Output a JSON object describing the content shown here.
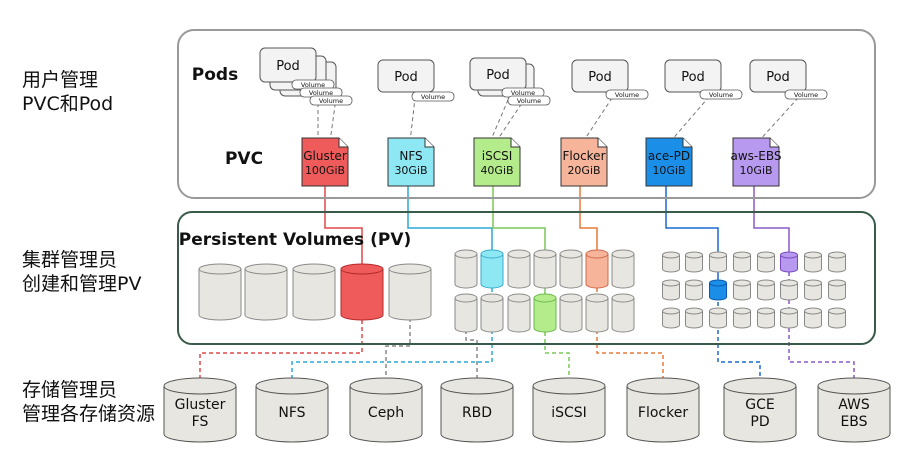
{
  "row_labels": {
    "pod_user": [
      "用户管理",
      "PVC和Pod"
    ],
    "cluster_admin": [
      "集群管理员",
      "创建和管理PV"
    ],
    "storage_admin": [
      "存储管理员",
      "管理各存储资源"
    ]
  },
  "pods_title": "Pods",
  "pvc_title": "PVC",
  "pv_title": "Persistent Volumes (PV)",
  "pod_label": "Pod",
  "volume_label": "Volume",
  "claims": [
    {
      "name": "Gluster",
      "size": "100GiB",
      "color": "#ef5b5b"
    },
    {
      "name": "NFS",
      "size": "30GiB",
      "color": "#8ee8f4"
    },
    {
      "name": "iSCSI",
      "size": "40GiB",
      "color": "#b4ec8c"
    },
    {
      "name": "Flocker",
      "size": "20GiB",
      "color": "#f6b49a"
    },
    {
      "name": "ace-PD",
      "size": "10GiB",
      "color": "#1b8fe8"
    },
    {
      "name": "aws-EBS",
      "size": "10GiB",
      "color": "#b79af0"
    }
  ],
  "backends": [
    {
      "lines": [
        "Gluster",
        "FS"
      ]
    },
    {
      "lines": [
        "NFS"
      ]
    },
    {
      "lines": [
        "Ceph"
      ]
    },
    {
      "lines": [
        "RBD"
      ]
    },
    {
      "lines": [
        "iSCSI"
      ]
    },
    {
      "lines": [
        "Flocker"
      ]
    },
    {
      "lines": [
        "GCE",
        "PD"
      ]
    },
    {
      "lines": [
        "AWS",
        "EBS"
      ]
    }
  ],
  "colors": {
    "gluster": "#ef5b5b",
    "nfs": "#8ee8f4",
    "iscsi": "#b4ec8c",
    "flocker": "#f6b49a",
    "gce": "#1b8fe8",
    "aws": "#b79af0",
    "disk": "#e8e6e0",
    "disk_stroke": "#8a8a8a",
    "gluster_line": "#e04848",
    "nfs_line": "#2aa8d8",
    "iscsi_line": "#7cc85a",
    "flocker_line": "#e87a3a",
    "gce_line": "#1a6ad0",
    "aws_line": "#8a5ac8",
    "panel_border": "#999999",
    "pv_border": "#3a5a4a"
  }
}
